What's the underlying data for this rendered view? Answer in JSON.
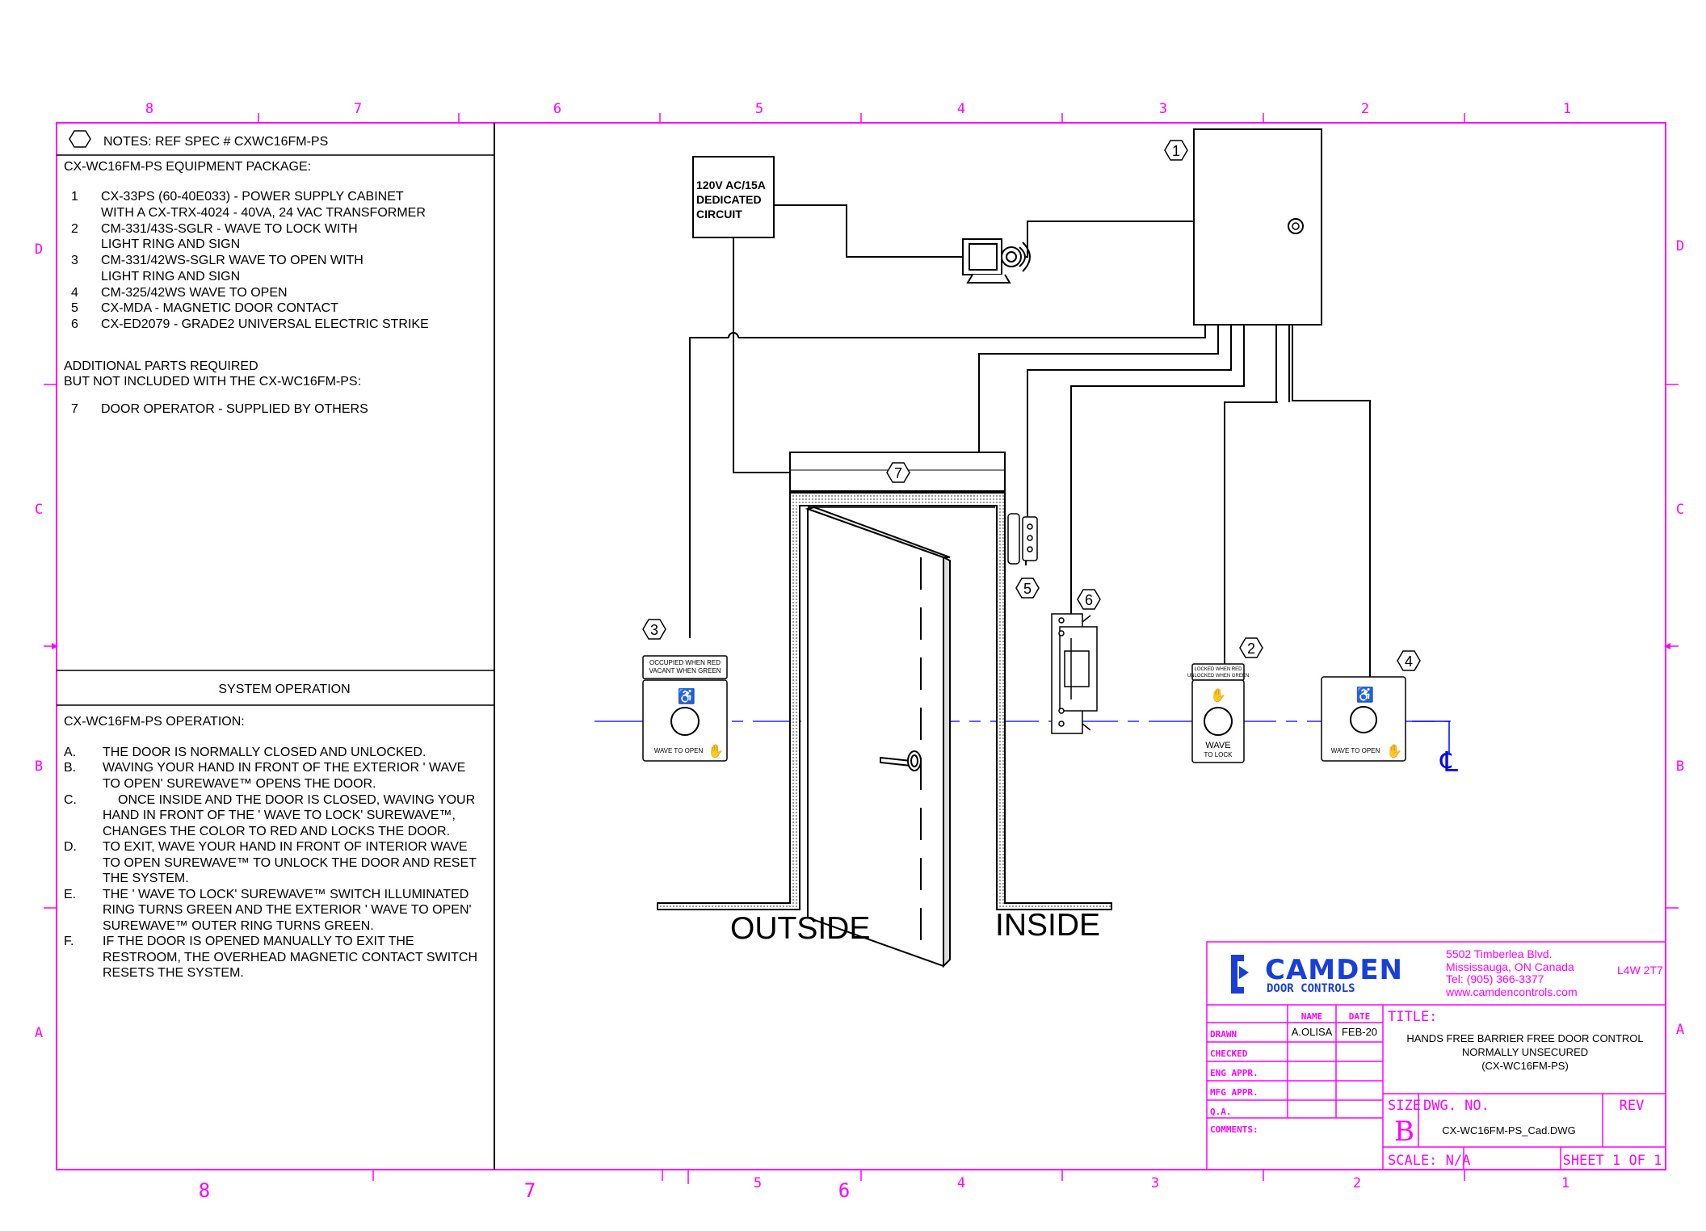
{
  "border": {
    "top_cols": [
      "8",
      "7",
      "6",
      "5",
      "4",
      "3",
      "2",
      "1"
    ],
    "bottom_cols": [
      "8",
      "7",
      "6",
      "5",
      "4",
      "3",
      "2",
      "1"
    ],
    "rows": [
      "D",
      "C",
      "B",
      "A"
    ]
  },
  "notes": {
    "header": "NOTES:  REF SPEC # CXWC16FM-PS",
    "package_title": "CX-WC16FM-PS EQUIPMENT PACKAGE:",
    "items": [
      {
        "num": "1",
        "lines": [
          "CX-33PS (60-40E033) - POWER SUPPLY CABINET",
          "WITH A CX-TRX-4024 - 40VA, 24 VAC TRANSFORMER"
        ]
      },
      {
        "num": "2",
        "lines": [
          "CM-331/43S-SGLR - WAVE TO LOCK WITH",
          "LIGHT RING AND SIGN"
        ]
      },
      {
        "num": "3",
        "lines": [
          "CM-331/42WS-SGLR WAVE TO OPEN WITH",
          "LIGHT RING AND SIGN"
        ]
      },
      {
        "num": "4",
        "lines": [
          "CM-325/42WS WAVE TO OPEN"
        ]
      },
      {
        "num": "5",
        "lines": [
          "CX-MDA - MAGNETIC DOOR CONTACT"
        ]
      },
      {
        "num": "6",
        "lines": [
          "CX-ED2079 - GRADE2 UNIVERSAL ELECTRIC STRIKE"
        ]
      }
    ],
    "additional_1": "ADDITIONAL PARTS REQUIRED",
    "additional_2": "BUT NOT INCLUDED WITH THE CX-WC16FM-PS:",
    "extra_item": {
      "num": "7",
      "text": "DOOR OPERATOR - SUPPLIED BY OTHERS"
    }
  },
  "operation": {
    "header": "SYSTEM OPERATION",
    "title": "CX-WC16FM-PS OPERATION:",
    "steps": [
      {
        "letter": "A.",
        "lines": [
          "THE DOOR IS NORMALLY CLOSED AND UNLOCKED."
        ]
      },
      {
        "letter": "B.",
        "lines": [
          "WAVING YOUR HAND IN FRONT OF THE EXTERIOR ' WAVE",
          "TO OPEN' SUREWAVE™ OPENS THE DOOR."
        ]
      },
      {
        "letter": "C.",
        "lines": [
          "ONCE INSIDE AND THE DOOR IS CLOSED, WAVING YOUR",
          "HAND IN FRONT OF THE ' WAVE TO LOCK' SUREWAVE™,",
          "CHANGES THE COLOR TO RED AND LOCKS THE DOOR."
        ]
      },
      {
        "letter": "D.",
        "lines": [
          "TO EXIT, WAVE YOUR HAND IN FRONT OF INTERIOR WAVE",
          "TO OPEN SUREWAVE™ TO UNLOCK THE DOOR AND RESET",
          "THE SYSTEM."
        ]
      },
      {
        "letter": "E.",
        "lines": [
          "THE ' WAVE TO LOCK' SUREWAVE™ SWITCH ILLUMINATED",
          "RING TURNS GREEN AND THE EXTERIOR ' WAVE TO OPEN'",
          "SUREWAVE™ OUTER RING TURNS GREEN."
        ]
      },
      {
        "letter": "F.",
        "lines": [
          "IF THE DOOR IS OPENED MANUALLY TO EXIT THE",
          "RESTROOM, THE OVERHEAD MAGNETIC CONTACT SWITCH",
          "RESETS THE SYSTEM."
        ]
      }
    ]
  },
  "diagram": {
    "circuit_lines": [
      "120V AC/15A",
      "DEDICATED",
      "CIRCUIT"
    ],
    "callouts": [
      "1",
      "2",
      "3",
      "4",
      "5",
      "6",
      "7"
    ],
    "sign3_lines": [
      "OCCUPIED WHEN RED",
      "VACANT WHEN GREEN"
    ],
    "sign2_lines": [
      "LOCKED WHEN RED",
      "UNLOCKED WHEN GREEN"
    ],
    "wave_to_open": "WAVE TO OPEN",
    "wave": "WAVE",
    "to_lock": "TO LOCK",
    "outside": "OUTSIDE",
    "inside": "INSIDE",
    "centerline": "℄"
  },
  "title_block": {
    "logo_main": "CAMDEN",
    "logo_sub": "DOOR CONTROLS",
    "address": [
      "5502 Timberlea Blvd.",
      "Mississauga, ON  Canada",
      "Tel: (905) 366-3377",
      "www.camdencontrols.com"
    ],
    "postal": "L4W 2T7",
    "col_name": "NAME",
    "col_date": "DATE",
    "rows": [
      "DRAWN",
      "CHECKED",
      "ENG APPR.",
      "MFG APPR.",
      "Q.A.",
      "COMMENTS:"
    ],
    "drawn_name": "A.OLISA",
    "drawn_date": "FEB-20",
    "title_label": "TITLE:",
    "title_lines": [
      "HANDS FREE BARRIER FREE DOOR CONTROL",
      "NORMALLY UNSECURED",
      "(CX-WC16FM-PS)"
    ],
    "size_label": "SIZE",
    "size_value": "B",
    "dwg_label": "DWG.  NO.",
    "dwg_value": "CX-WC16FM-PS_Cad.DWG",
    "rev_label": "REV",
    "scale": "SCALE: N/A",
    "sheet": "SHEET 1 OF 1"
  },
  "colors": {
    "border": "#ff00ff",
    "ink": "#000000",
    "centerline": "#0000ff",
    "logo": "#1a3fd6"
  }
}
